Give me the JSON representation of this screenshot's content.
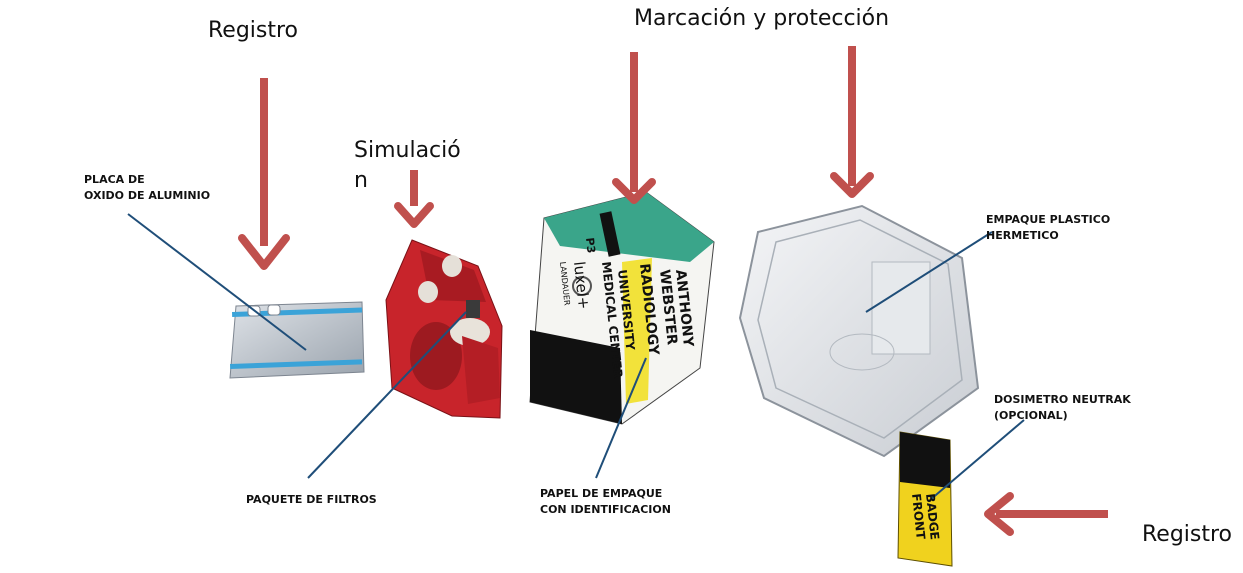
{
  "titles": {
    "registro_top": "Registro",
    "simulacion": "Simulació\nn",
    "marcacion": "Marcación y protección",
    "registro_right": "Registro"
  },
  "captions": {
    "placa": "PLACA DE\nOXIDO DE ALUMINIO",
    "filtros": "PAQUETE DE FILTROS",
    "papel": "PAPEL DE EMPAQUE\nCON IDENTIFICACION",
    "empaque": "EMPAQUE PLASTICO\nHERMETICO",
    "dosimetro": "DOSIMETRO NEUTRAK\n(OPCIONAL)"
  },
  "item_text": {
    "badge_line1": "ANTHONY",
    "badge_line2": "WEBSTER",
    "badge_line3": "RADIOLOGY",
    "badge_line4": "UNIVERSITY",
    "badge_line5": "MEDICAL CENTER",
    "badge_brand": "luxel+",
    "badge_brand_sub": "LANDAUER",
    "badge_mark": "P3",
    "neutrak_line1": "BADGE",
    "neutrak_line2": "FRONT"
  },
  "colors": {
    "arrow": "#c0504d",
    "leader": "#1f4e79",
    "filter_red": "#c8242b",
    "badge_green": "#3aa58a",
    "badge_yellow": "#f2e23a",
    "neutrak_yellow": "#f0d21e"
  }
}
